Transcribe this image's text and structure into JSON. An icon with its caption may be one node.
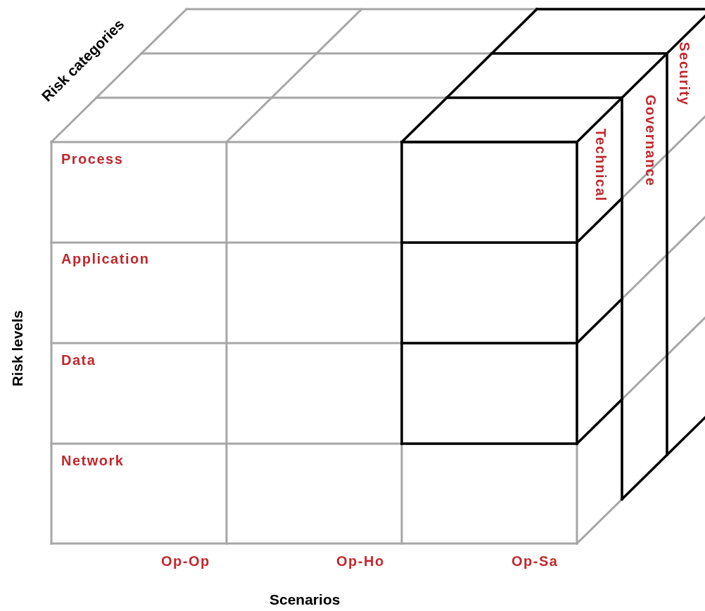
{
  "diagram": {
    "labels": [
      "Risk categories",
      "Process",
      "Application",
      "Data",
      "Network",
      "Risk levels",
      "Op-Op",
      "Op-Ho",
      "Op-Sa",
      "Scenarios",
      "Technical",
      "Governance",
      "Security"
    ]
  }
}
